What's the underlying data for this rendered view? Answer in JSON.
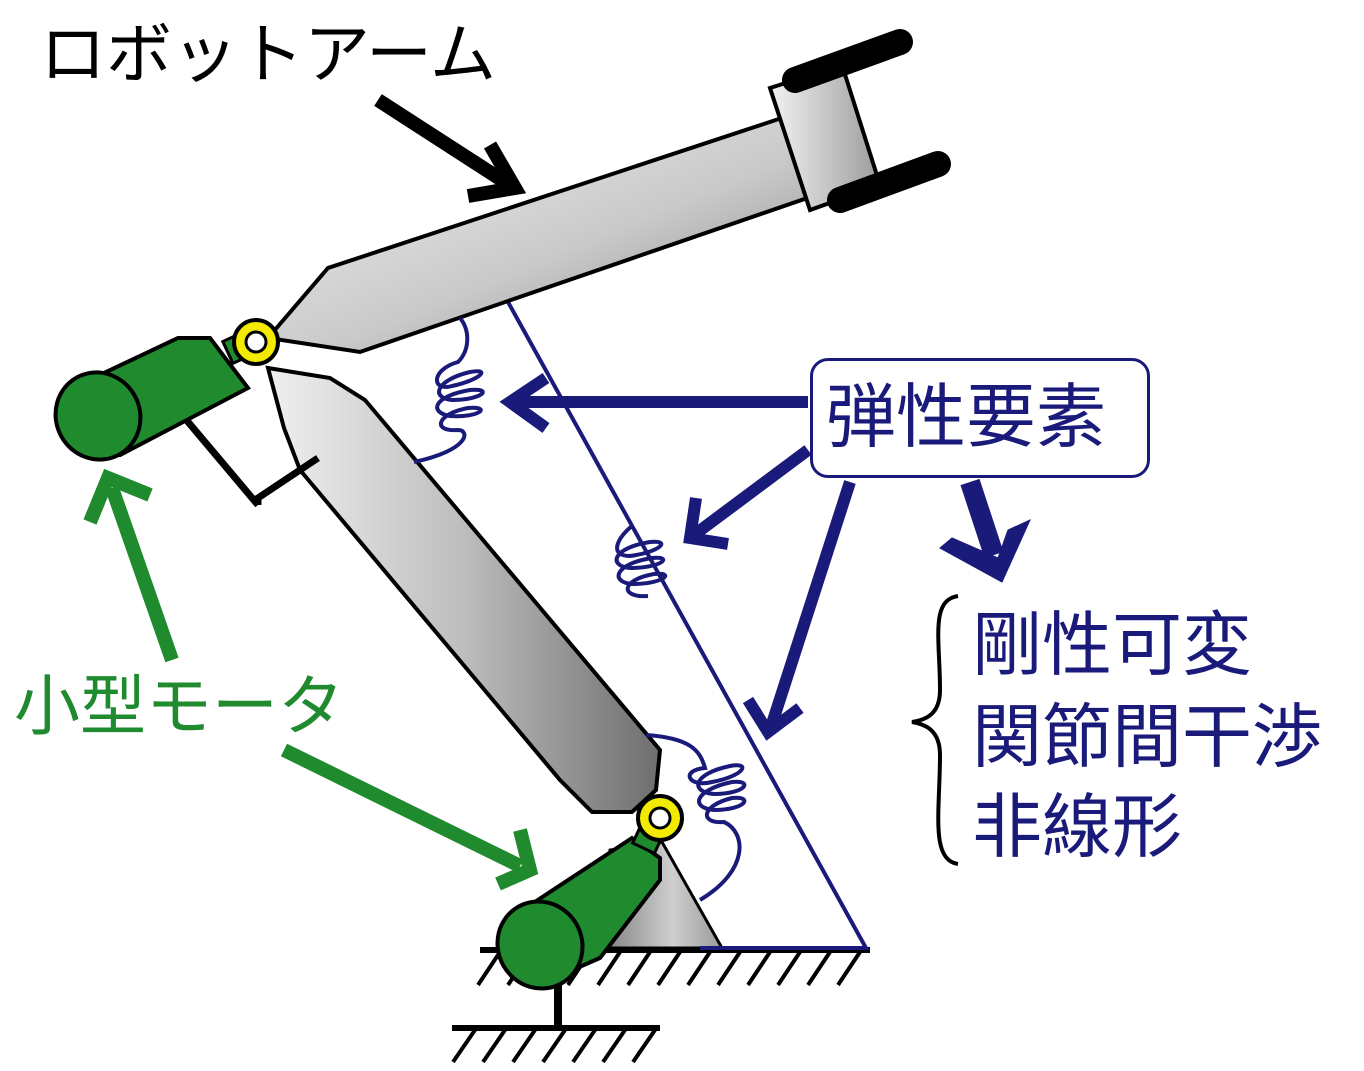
{
  "labels": {
    "robot_arm": "ロボットアーム",
    "small_motor": "小型モータ",
    "elastic_element": "弾性要素"
  },
  "effects": [
    "剛性可変",
    "関節間干渉",
    "非線形"
  ],
  "colors": {
    "navy": "#1a1a7a",
    "green": "#1f8a2e",
    "motor_green": "#1f8a2e",
    "joint_yellow": "#f2ea00",
    "link_gray": "#c8c8c8",
    "black": "#000000"
  },
  "icons": [
    "spring-icon",
    "motor-icon",
    "joint-icon",
    "ground-hatch-icon",
    "gripper-icon",
    "brace-icon"
  ]
}
